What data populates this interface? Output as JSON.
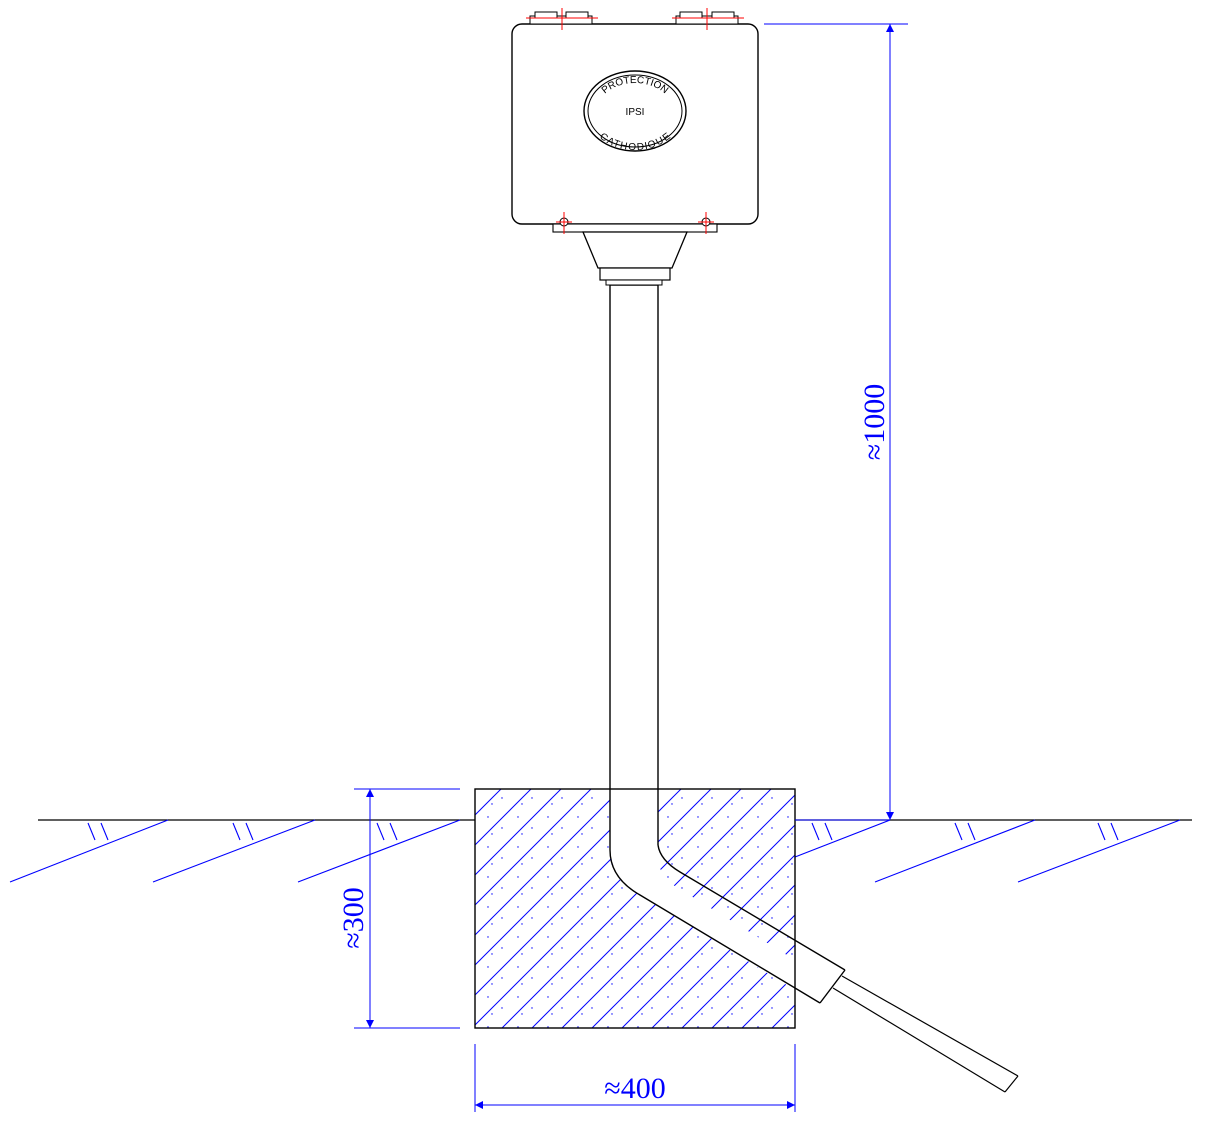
{
  "colors": {
    "outline": "#000000",
    "dimension": "#0000ff",
    "centerline": "#ff0000"
  },
  "box_label": {
    "top": "PROTECTION",
    "middle": "IPSI",
    "bottom": "CATHODIQUE"
  },
  "dimensions": {
    "height_above_ground": "≈1000",
    "depth": "≈300",
    "width": "≈400"
  }
}
